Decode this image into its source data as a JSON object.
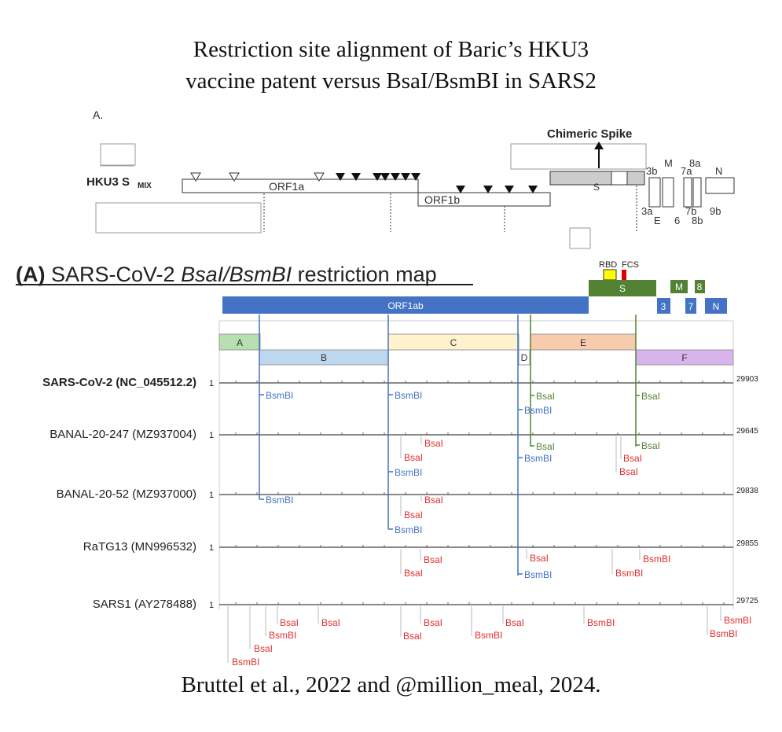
{
  "header": {
    "title_line1": "Restriction site alignment of Baric’s HKU3",
    "title_line2": "vaccine patent versus BsaI/BsmBI in SARS2"
  },
  "caption": "Bruttel et al., 2022 and @million_meal, 2024.",
  "panel_top": {
    "letter": "A.",
    "label": "HKU3 S",
    "label_sub": "MIX",
    "chimeric": "Chimeric Spike",
    "orf1a": "ORF1a",
    "orf1b": "ORF1b",
    "s": "S",
    "genes_top": [
      "3b",
      "M",
      "8a",
      "7a",
      "N"
    ],
    "genes_bottom": [
      "3a",
      "E",
      "7b",
      "6",
      "8b",
      "9b"
    ]
  },
  "panel_bottom": {
    "heading_bold": "(A)",
    "heading_text": "SARS-CoV-2",
    "heading_italic": "BsaI/BsmBI",
    "heading_tail": "restriction map",
    "rbd": "RBD",
    "fcs": "FCS",
    "genes": {
      "orf1ab": "ORF1ab",
      "s": "S",
      "m": "M",
      "n8": "8",
      "n3": "3",
      "n7": "7",
      "n": "N"
    },
    "fragments": {
      "a": "A",
      "b": "B",
      "c": "C",
      "d": "D",
      "e": "E",
      "f": "F"
    },
    "genomes": [
      {
        "name": "SARS-CoV-2 (NC_045512.2)",
        "start": "1",
        "end": "29903",
        "bold": true
      },
      {
        "name": "BANAL-20-247 (MZ937004)",
        "start": "1",
        "end": "29645",
        "bold": false
      },
      {
        "name": "BANAL-20-52 (MZ937000)",
        "start": "1",
        "end": "29838",
        "bold": false
      },
      {
        "name": "RaTG13  (MN996532)",
        "start": "1",
        "end": "29855",
        "bold": false
      },
      {
        "name": "SARS1  (AY278488)",
        "start": "1",
        "end": "29725",
        "bold": false
      }
    ],
    "enzymes": {
      "bsmbi": "BsmBI",
      "bsai": "BsaI"
    },
    "colors": {
      "blue": "#4472c4",
      "green": "#548235",
      "red": "#e03030",
      "gene_blue": "#4472c4",
      "gene_green": "#548235"
    }
  }
}
